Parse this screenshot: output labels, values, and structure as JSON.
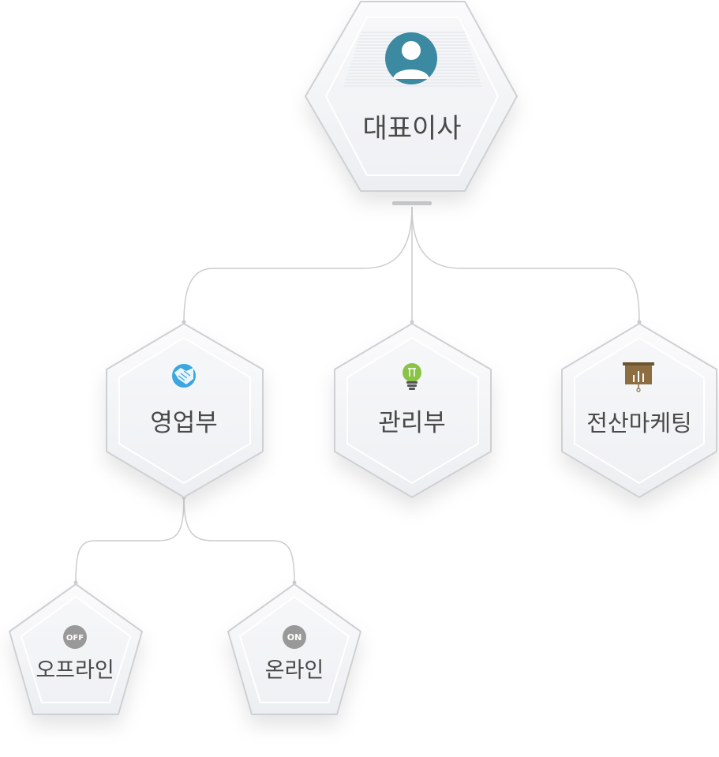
{
  "org_chart": {
    "root": {
      "label": "대표이사",
      "icon": "person-icon",
      "icon_color": "#3a8aa2"
    },
    "departments": [
      {
        "label": "영업부",
        "icon": "handshake-icon",
        "icon_color": "#3aa6e0"
      },
      {
        "label": "관리부",
        "icon": "lightbulb-icon",
        "icon_color": "#8bc34a"
      },
      {
        "label": "전산마케팅",
        "icon": "presentation-board-icon",
        "icon_color": "#8d6e3f"
      }
    ],
    "sub_teams": [
      {
        "label": "오프라인",
        "badge": "OFF",
        "badge_color": "#999999"
      },
      {
        "label": "온라인",
        "badge": "ON",
        "badge_color": "#999999"
      }
    ]
  },
  "colors": {
    "node_fill": "#f3f4f6",
    "node_border": "#cfd0d3",
    "connector": "#cccccc",
    "text": "#4a4a4a"
  }
}
